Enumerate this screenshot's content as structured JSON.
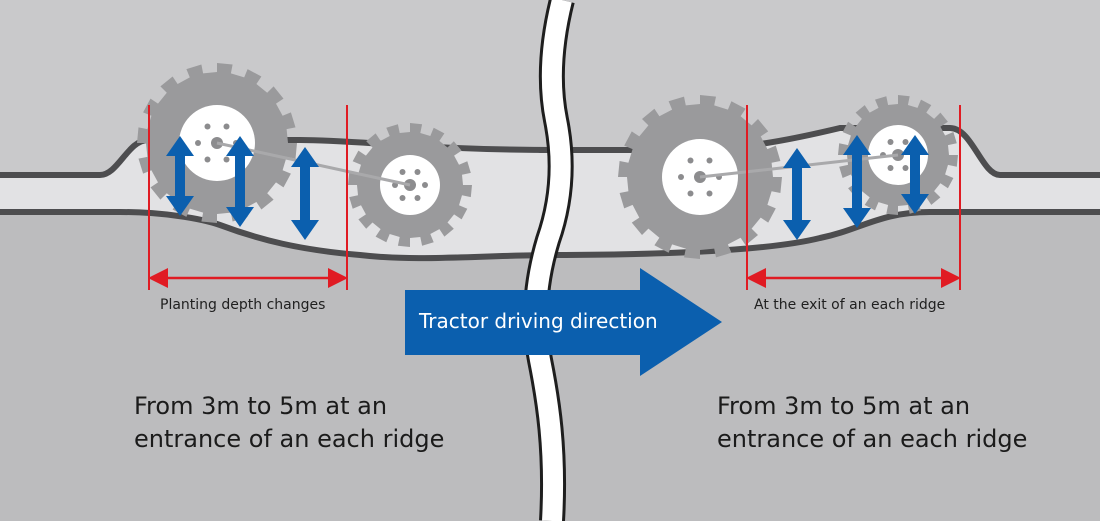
{
  "colors": {
    "background": "#c9c9cb",
    "soil_lower": "#bcbcbe",
    "soil_band": "#e2e2e4",
    "soil_outline": "#4d4d4f",
    "wheel_gray": "#9a9a9c",
    "hub_white": "#ffffff",
    "measure_red": "#e01b23",
    "arrow_blue": "#0b5fae",
    "road_white": "#ffffff"
  },
  "direction_arrow": {
    "label": "Tractor driving direction",
    "icon": "right-arrow-icon"
  },
  "left_panel": {
    "measure_label": "Planting depth changes",
    "caption_line1": "From 3m to 5m at an",
    "caption_line2": "entrance of an each ridge"
  },
  "right_panel": {
    "measure_label": "At the exit of an each ridge",
    "caption_line1": "From 3m to 5m at an",
    "caption_line2": "entrance of an each ridge"
  },
  "icons": {
    "wheel": "gear-wheel-icon",
    "depth_arrow": "double-arrow-vertical-icon",
    "divider": "break-line-icon"
  }
}
